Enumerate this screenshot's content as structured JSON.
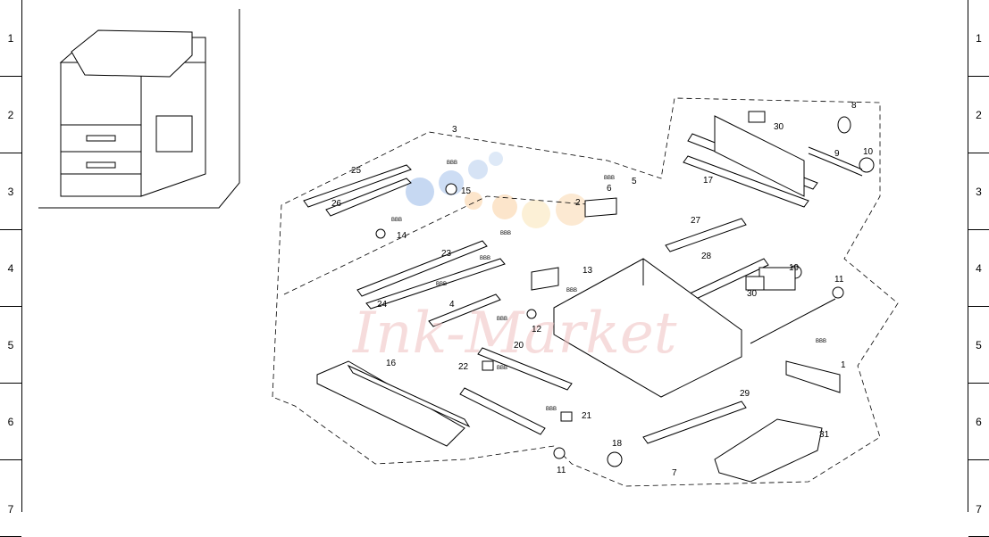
{
  "grid_rows": [
    "1",
    "2",
    "3",
    "4",
    "5",
    "6",
    "7"
  ],
  "watermark": {
    "text": "Ink-Market"
  },
  "callouts": [
    "1",
    "2",
    "3",
    "4",
    "5",
    "6",
    "7",
    "8",
    "9",
    "10",
    "11",
    "11",
    "12",
    "13",
    "14",
    "15",
    "16",
    "17",
    "18",
    "19",
    "20",
    "21",
    "22",
    "23",
    "24",
    "25",
    "26",
    "27",
    "28",
    "29",
    "30",
    "30",
    "31"
  ],
  "fastener_tags": [
    "BBB",
    "BBB",
    "BBB",
    "BBB",
    "BBB",
    "BBB",
    "BBB",
    "BBB",
    "BBB",
    "BBB",
    "BBB"
  ],
  "colors": {
    "line": "#000000",
    "watermark": "#f0c0c0",
    "dots": [
      "#5b8fd9",
      "#f6b56b",
      "#f7d38a"
    ]
  }
}
